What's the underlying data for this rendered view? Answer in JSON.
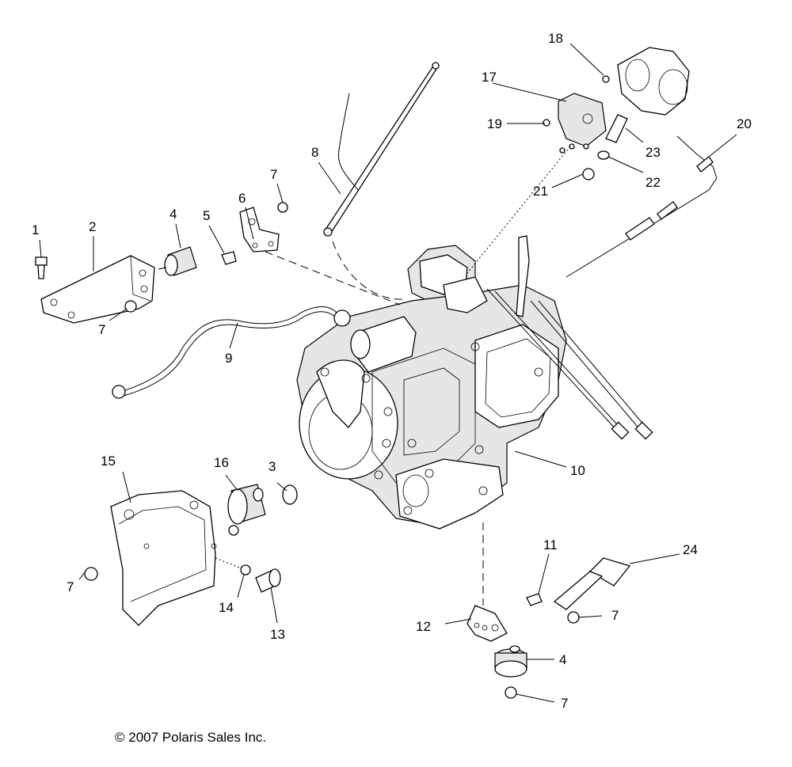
{
  "diagram": {
    "callouts": [
      "1",
      "2",
      "3",
      "4",
      "5",
      "6",
      "7",
      "8",
      "9",
      "10",
      "11",
      "12",
      "13",
      "14",
      "15",
      "16",
      "17",
      "18",
      "19",
      "20",
      "21",
      "22",
      "23",
      "24"
    ],
    "copyright": "© 2007 Polaris Sales Inc."
  }
}
